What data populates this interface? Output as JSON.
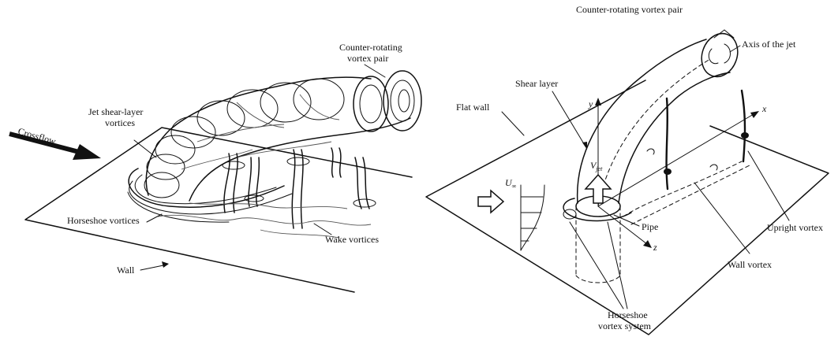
{
  "left_figure": {
    "labels": {
      "counter_rotating_line1": "Counter-rotating",
      "counter_rotating_line2": "vortex pair",
      "jet_shear_line1": "Jet shear-layer",
      "jet_shear_line2": "vortices",
      "crossflow": "Crossflow",
      "horseshoe": "Horseshoe vortices",
      "wake": "Wake vortices",
      "wall": "Wall"
    }
  },
  "right_figure": {
    "labels": {
      "counter_rotating": "Counter-rotating vortex pair",
      "axis_of_jet": "Axis of the jet",
      "shear_layer": "Shear layer",
      "flat_wall": "Flat wall",
      "y_axis": "y",
      "x_axis": "x",
      "z_axis": "z",
      "u_inf": "U",
      "u_inf_sub": "∞",
      "v_jet": "V",
      "v_jet_sub": "jet",
      "pipe": "Pipe",
      "upright_vortex": "Upright vortex",
      "wall_vortex": "Wall vortex",
      "horseshoe_line1": "Horseshoe",
      "horseshoe_line2": "vortex system"
    }
  }
}
